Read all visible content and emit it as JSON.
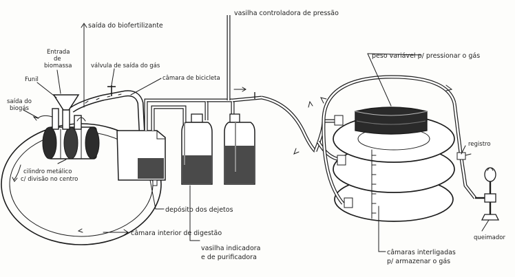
{
  "labels": {
    "entrada_biomassa_1": "Entrada",
    "entrada_biomassa_2": "de",
    "entrada_biomassa_3": "biomassa",
    "funil": "Funil",
    "saida_biogas_1": "saída do",
    "saida_biogas_2": "biogás",
    "saida_biofertilizante": "saída do biofertilizante",
    "valvula_saida_gas": "válvula de saída do gás",
    "camara_bicicleta": "câmara de bicicleta",
    "vasilha_controladora": "vasilha controladora de pressão",
    "peso_variavel": "peso variável p/ pressionar o gás",
    "cilindro_1": "cilindro metálico",
    "cilindro_2": "c/ divisão no centro",
    "deposito_dejetos": "depósito dos dejetos",
    "camara_interior": "câmara interior de digestão",
    "vasilha_indicadora_1": "vasilha indicadora",
    "vasilha_indicadora_2": "e de purificadora",
    "registro": "registro",
    "queimador": "queimador",
    "camaras_interligadas_1": "câmaras interligadas",
    "camaras_interligadas_2": "p/ armazenar o gás"
  }
}
